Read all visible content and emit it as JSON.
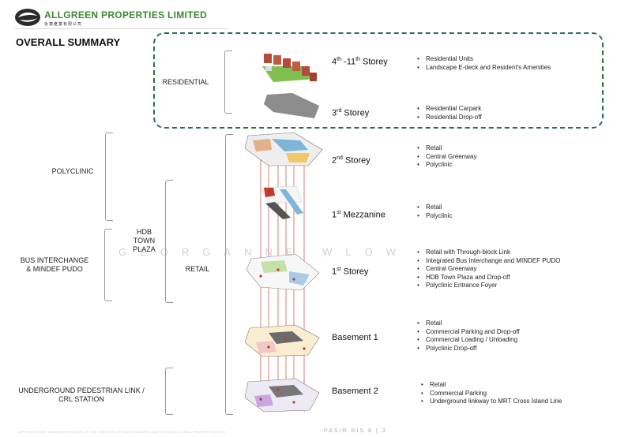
{
  "header": {
    "company_name": "ALLGREEN PROPERTIES LIMITED",
    "company_chinese": "永泰產業有限公司"
  },
  "page_title": "OVERALL SUMMARY",
  "categories": {
    "residential": "RESIDENTIAL",
    "polyclinic": "POLYCLINIC",
    "hdb_town_plaza": "HDB\nTOWN\nPLAZA",
    "bus_interchange": "BUS INTERCHANGE\n& MINDEF PUDO",
    "retail": "RETAIL",
    "underground_link": "UNDERGROUND PEDESTRIAN LINK /\nCRL STATION"
  },
  "floors": [
    {
      "id": "storey-4-11",
      "base1": "4",
      "sup1": "th",
      "mid": " -11",
      "sup2": "th",
      "tail": " Storey",
      "items": [
        "Residential Units",
        "Landscape E-deck and Resident's Amenities"
      ]
    },
    {
      "id": "storey-3",
      "base1": "3",
      "sup1": "rd",
      "mid": "",
      "sup2": "",
      "tail": " Storey",
      "items": [
        "Residential Carpark",
        "Residential Drop-off"
      ]
    },
    {
      "id": "storey-2",
      "base1": "2",
      "sup1": "nd",
      "mid": "",
      "sup2": "",
      "tail": " Storey",
      "items": [
        "Retail",
        "Central Greenway",
        "Polyclinic"
      ]
    },
    {
      "id": "mezzanine-1",
      "base1": "1",
      "sup1": "st",
      "mid": "",
      "sup2": "",
      "tail": " Mezzanine",
      "items": [
        "Retail",
        "Polyclinic"
      ]
    },
    {
      "id": "storey-1",
      "base1": "1",
      "sup1": "st",
      "mid": "",
      "sup2": "",
      "tail": " Storey",
      "items": [
        "Retail with Through-block Link",
        "Integrated Bus Interchange and MINDEF PUDO",
        "Central Greenway",
        "HDB Town Plaza and Drop-off",
        "Polyclinic Entrance Foyer"
      ]
    },
    {
      "id": "basement-1",
      "base1": "Basement 1",
      "sup1": "",
      "mid": "",
      "sup2": "",
      "tail": "",
      "items": [
        "Retail",
        "Commercial Parking and Drop-off",
        "Commercial Loading / Unloading",
        "Polyclinic Drop-off"
      ]
    },
    {
      "id": "basement-2",
      "base1": "Basement 2",
      "sup1": "",
      "mid": "",
      "sup2": "",
      "tail": "",
      "items": [
        "Retail",
        "Commercial Parking",
        "Underground linkway to MRT Cross Island Line"
      ]
    }
  ],
  "watermark": "GEORGANNE WLOW",
  "footer": {
    "note": "COPYRIGHT 2022. OWNERSHIP RIGHTS OF THE CONTENTS IN THIS DOCUMENT AND THE INTELLECTUAL PROPERTY RIGHTS",
    "page": "PASIR RIS 8 | 3"
  },
  "colors": {
    "brand_green": "#3a8a2e",
    "dashed_border": "#2b6f49",
    "riser_red": "#c0392b"
  }
}
